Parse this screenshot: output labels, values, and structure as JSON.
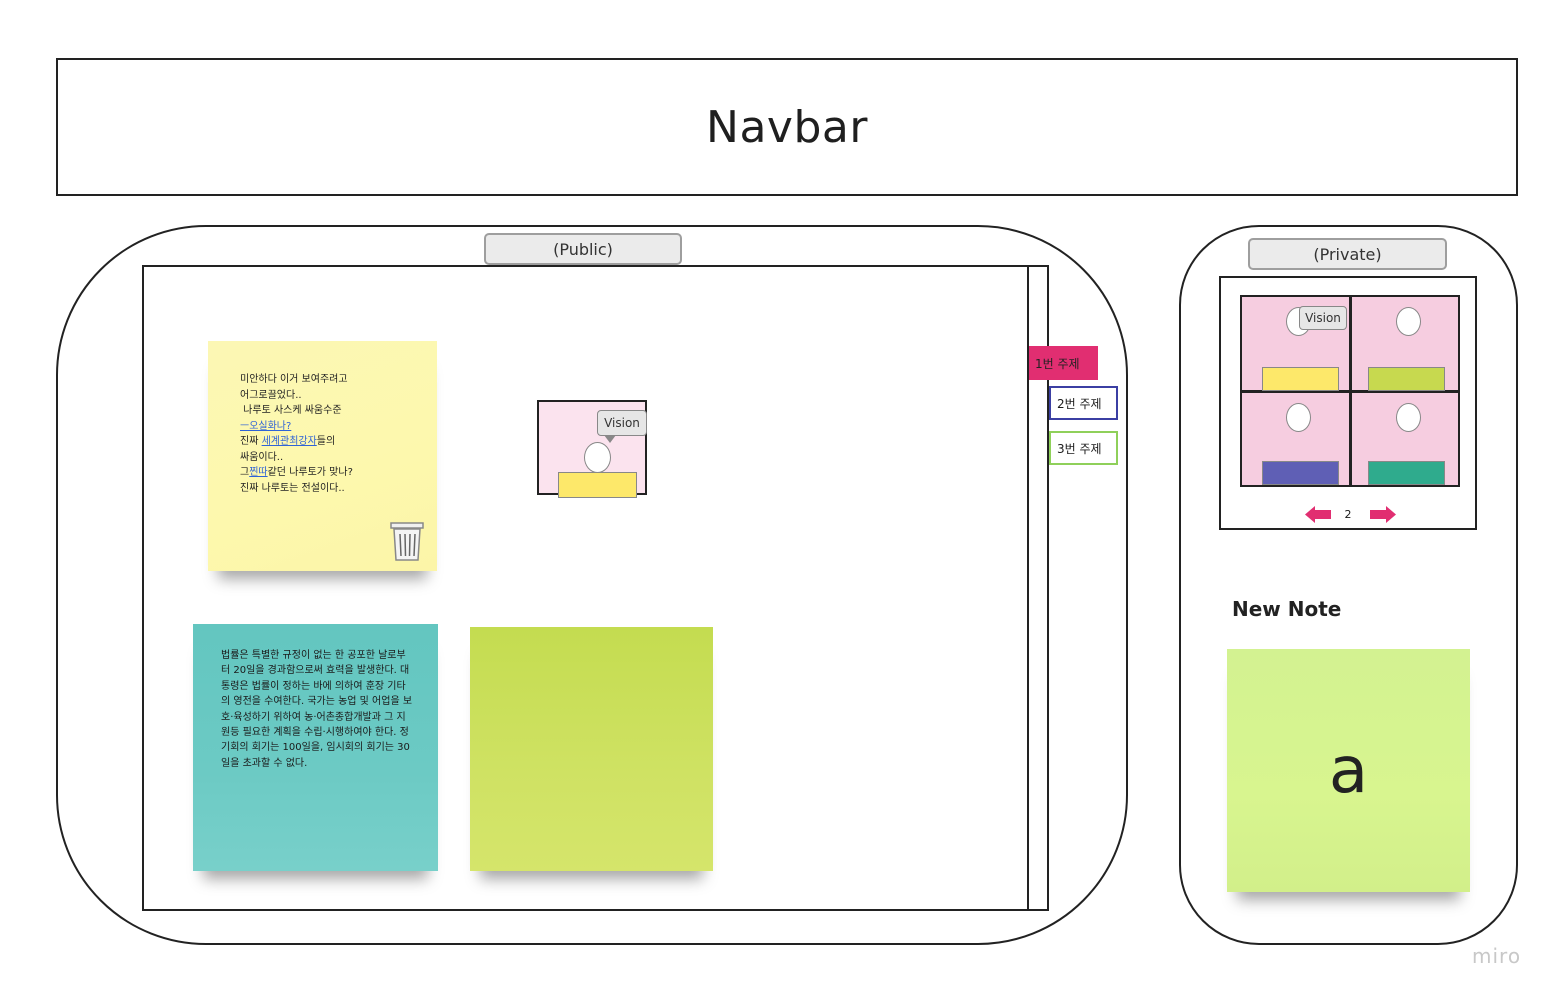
{
  "navbar": {
    "title": "Navbar"
  },
  "public": {
    "label": "(Public)",
    "notes": {
      "yellow": {
        "lines": [
          "미안하다 이거 보여주려고",
          "어그로끌었다..",
          " 나루토 사스케 싸움수준",
          "ㅡ오실화나?",
          "진짜 ",
          "세계관최강자",
          "들의",
          "싸움이다..",
          "그",
          "찐따",
          "같던 나루토가 맞나?",
          "진짜 나루토는 전설이다.."
        ]
      },
      "teal": {
        "text": "법률은 특별한 규정이 없는 한 공포한 날로부터 20일을 경과함으로써 효력을 발생한다. 대통령은 법률이 정하는 바에 의하여 훈장 기타의 영전을 수여한다. 국가는 농업 및 어업을 보호·육성하기 위하여 농·어촌종합개발과 그 지원등 필요한 계획을 수립·시행하여야 한다. 정기회의 회기는 100일을, 임시회의 회기는 30일을 초과할 수 없다."
      }
    },
    "vision_bubble": "Vision",
    "topics": [
      "1번 주제",
      "2번 주제",
      "3번 주제"
    ],
    "topic_colors": [
      "#e12e71",
      "#3b3fa3",
      "#8fd05a"
    ]
  },
  "private": {
    "label": "(Private)",
    "vision_bubble": "Vision",
    "tile_colors": [
      "#fde86a",
      "#c7d94f",
      "#5f5fb5",
      "#2fab8d"
    ],
    "page": "2",
    "new_note_title": "New Note",
    "new_note_text": "a"
  },
  "watermark": "miro"
}
